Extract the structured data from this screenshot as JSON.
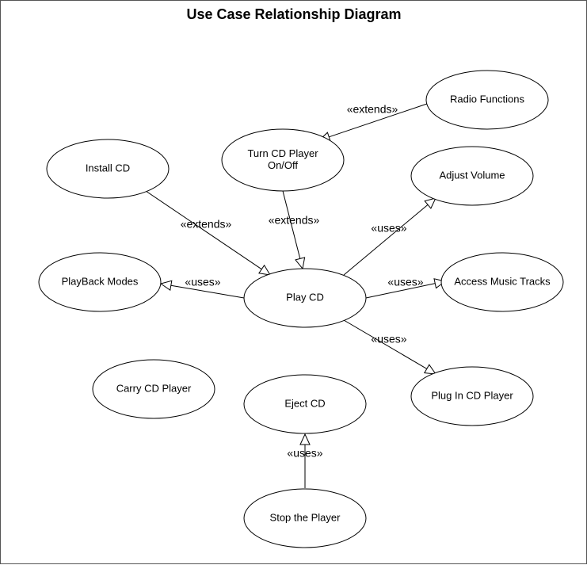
{
  "title": "Use Case Relationship Diagram",
  "use_cases": [
    {
      "id": "radio",
      "lines": [
        "Radio Functions"
      ]
    },
    {
      "id": "turn",
      "lines": [
        "Turn CD Player",
        "On/Off"
      ]
    },
    {
      "id": "install",
      "lines": [
        "Install CD"
      ]
    },
    {
      "id": "adjust",
      "lines": [
        "Adjust Volume"
      ]
    },
    {
      "id": "playback",
      "lines": [
        "PlayBack Modes"
      ]
    },
    {
      "id": "play",
      "lines": [
        "Play CD"
      ]
    },
    {
      "id": "access",
      "lines": [
        "Access Music Tracks"
      ]
    },
    {
      "id": "carry",
      "lines": [
        "Carry CD Player"
      ]
    },
    {
      "id": "eject",
      "lines": [
        "Eject CD"
      ]
    },
    {
      "id": "plug",
      "lines": [
        "Plug In CD Player"
      ]
    },
    {
      "id": "stop",
      "lines": [
        "Stop the Player"
      ]
    }
  ],
  "relationships": [
    {
      "from": "radio",
      "to": "turn",
      "label": "«extends»"
    },
    {
      "from": "install",
      "to": "play",
      "label": "«extends»"
    },
    {
      "from": "turn",
      "to": "play",
      "label": "«extends»"
    },
    {
      "from": "play",
      "to": "adjust",
      "label": "«uses»"
    },
    {
      "from": "play",
      "to": "playback",
      "label": "«uses»"
    },
    {
      "from": "play",
      "to": "access",
      "label": "«uses»"
    },
    {
      "from": "play",
      "to": "plug",
      "label": "«uses»"
    },
    {
      "from": "stop",
      "to": "eject",
      "label": "«uses»"
    }
  ]
}
